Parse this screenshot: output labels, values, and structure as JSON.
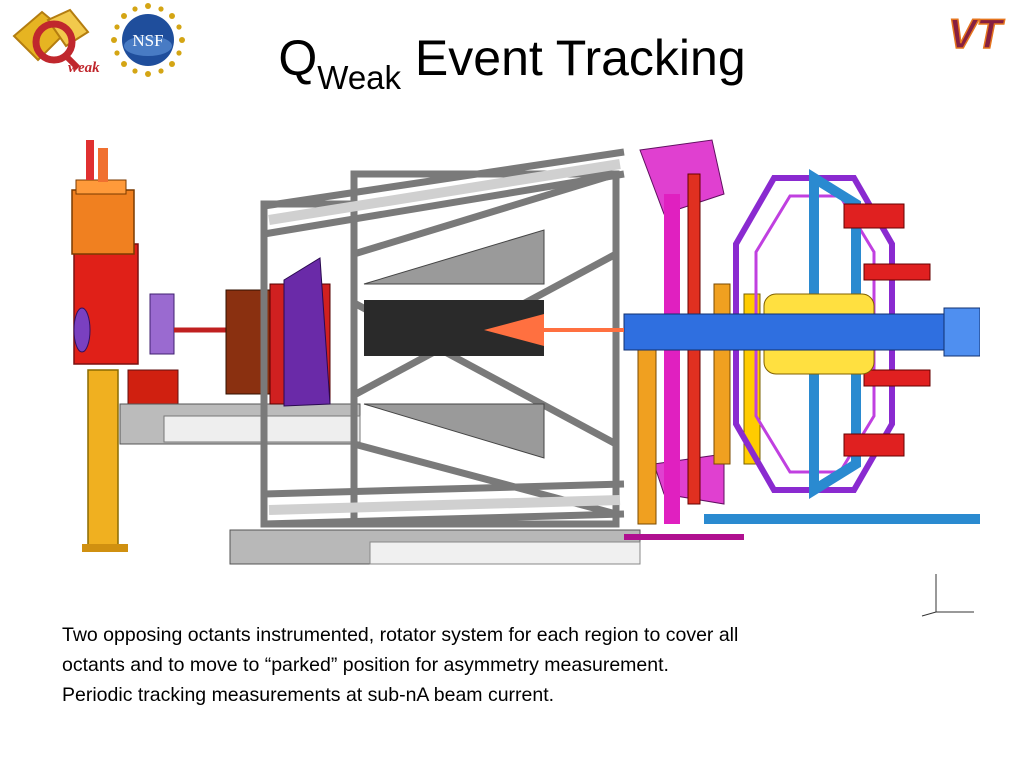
{
  "slide": {
    "title_main": "Q",
    "title_sub": "Weak",
    "title_rest": " Event Tracking"
  },
  "logos": {
    "qweak_text": "weak",
    "nsf_text": "NSF",
    "vt_text": "VT"
  },
  "caption": {
    "line1": "Two opposing octants instrumented, rotator system for each region to cover all",
    "line2": "octants and to move to “parked” position for asymmetry measurement.",
    "line3": "Periodic tracking measurements at sub-nA beam current."
  },
  "colors": {
    "vt_maroon": "#861F41",
    "vt_orange": "#E5751F",
    "nsf_blue": "#1F4E9C",
    "frame_gray": "#9a9a9a",
    "magenta": "#e020d0",
    "beam_blue": "#2f6fe0"
  }
}
